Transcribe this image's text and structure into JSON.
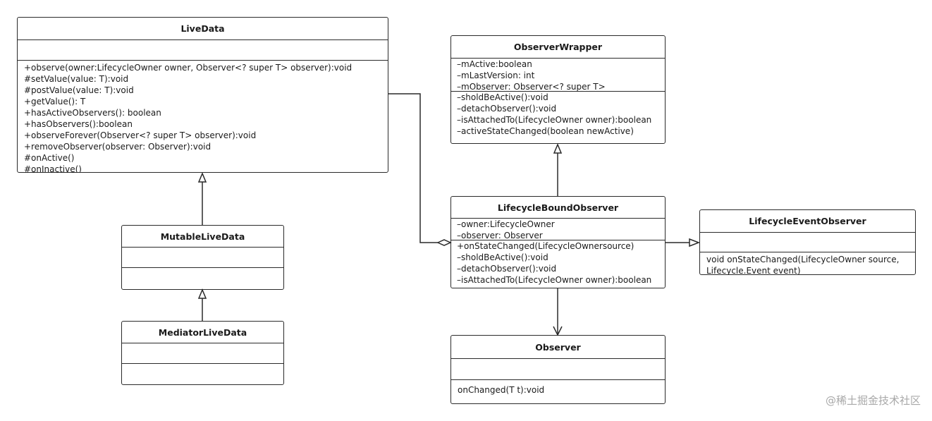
{
  "livedata": {
    "name": "LiveData",
    "attributes": [],
    "methods": [
      "+observe(owner:LifecycleOwner owner, Observer<? super T> observer):void",
      "#setValue(value: T):void",
      "#postValue(value: T):void",
      "+getValue(): T",
      "+hasActiveObservers(): boolean",
      "+hasObservers():boolean",
      "+observeForever(Observer<? super T> observer):void",
      "+removeObserver(observer: Observer):void",
      "#onActive()",
      "#onInactive()"
    ]
  },
  "mutable": {
    "name": "MutableLiveData"
  },
  "mediator": {
    "name": "MediatorLiveData"
  },
  "wrapper": {
    "name": "ObserverWrapper",
    "attributes": [
      "–mActive:boolean",
      "–mLastVersion: int",
      "–mObserver: Observer<? super T>"
    ],
    "methods": [
      "–sholdBeActive():void",
      "–detachObserver():void",
      "–isAttachedTo(LifecycleOwner owner):boolean",
      "–activeStateChanged(boolean newActive)"
    ]
  },
  "bound": {
    "name": "LifecycleBoundObserver",
    "attributes": [
      "–owner:LifecycleOwner",
      "–observer: Observer"
    ],
    "methods": [
      "+onStateChanged(LifecycleOwnersource)",
      "–sholdBeActive():void",
      "–detachObserver():void",
      "–isAttachedTo(LifecycleOwner owner):boolean"
    ]
  },
  "eventobs": {
    "name": "LifecycleEventObserver",
    "methods": [
      "void onStateChanged(LifecycleOwner source,",
      "Lifecycle.Event event)"
    ]
  },
  "observer": {
    "name": "Observer",
    "methods": [
      "onChanged(T t):void"
    ]
  },
  "watermark": "@稀土掘金技术社区"
}
